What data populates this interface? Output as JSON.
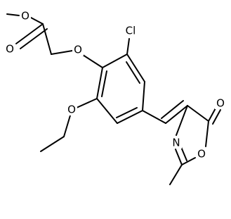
{
  "molecule": {
    "atoms": {
      "o_carbonyl_ester": "O",
      "o_methoxy": "O",
      "o_aryl_ether": "O",
      "cl": "Cl",
      "o_ethoxy": "O",
      "o_lactone_carbonyl": "O",
      "n_ring": "N",
      "o_ring": "O"
    }
  }
}
